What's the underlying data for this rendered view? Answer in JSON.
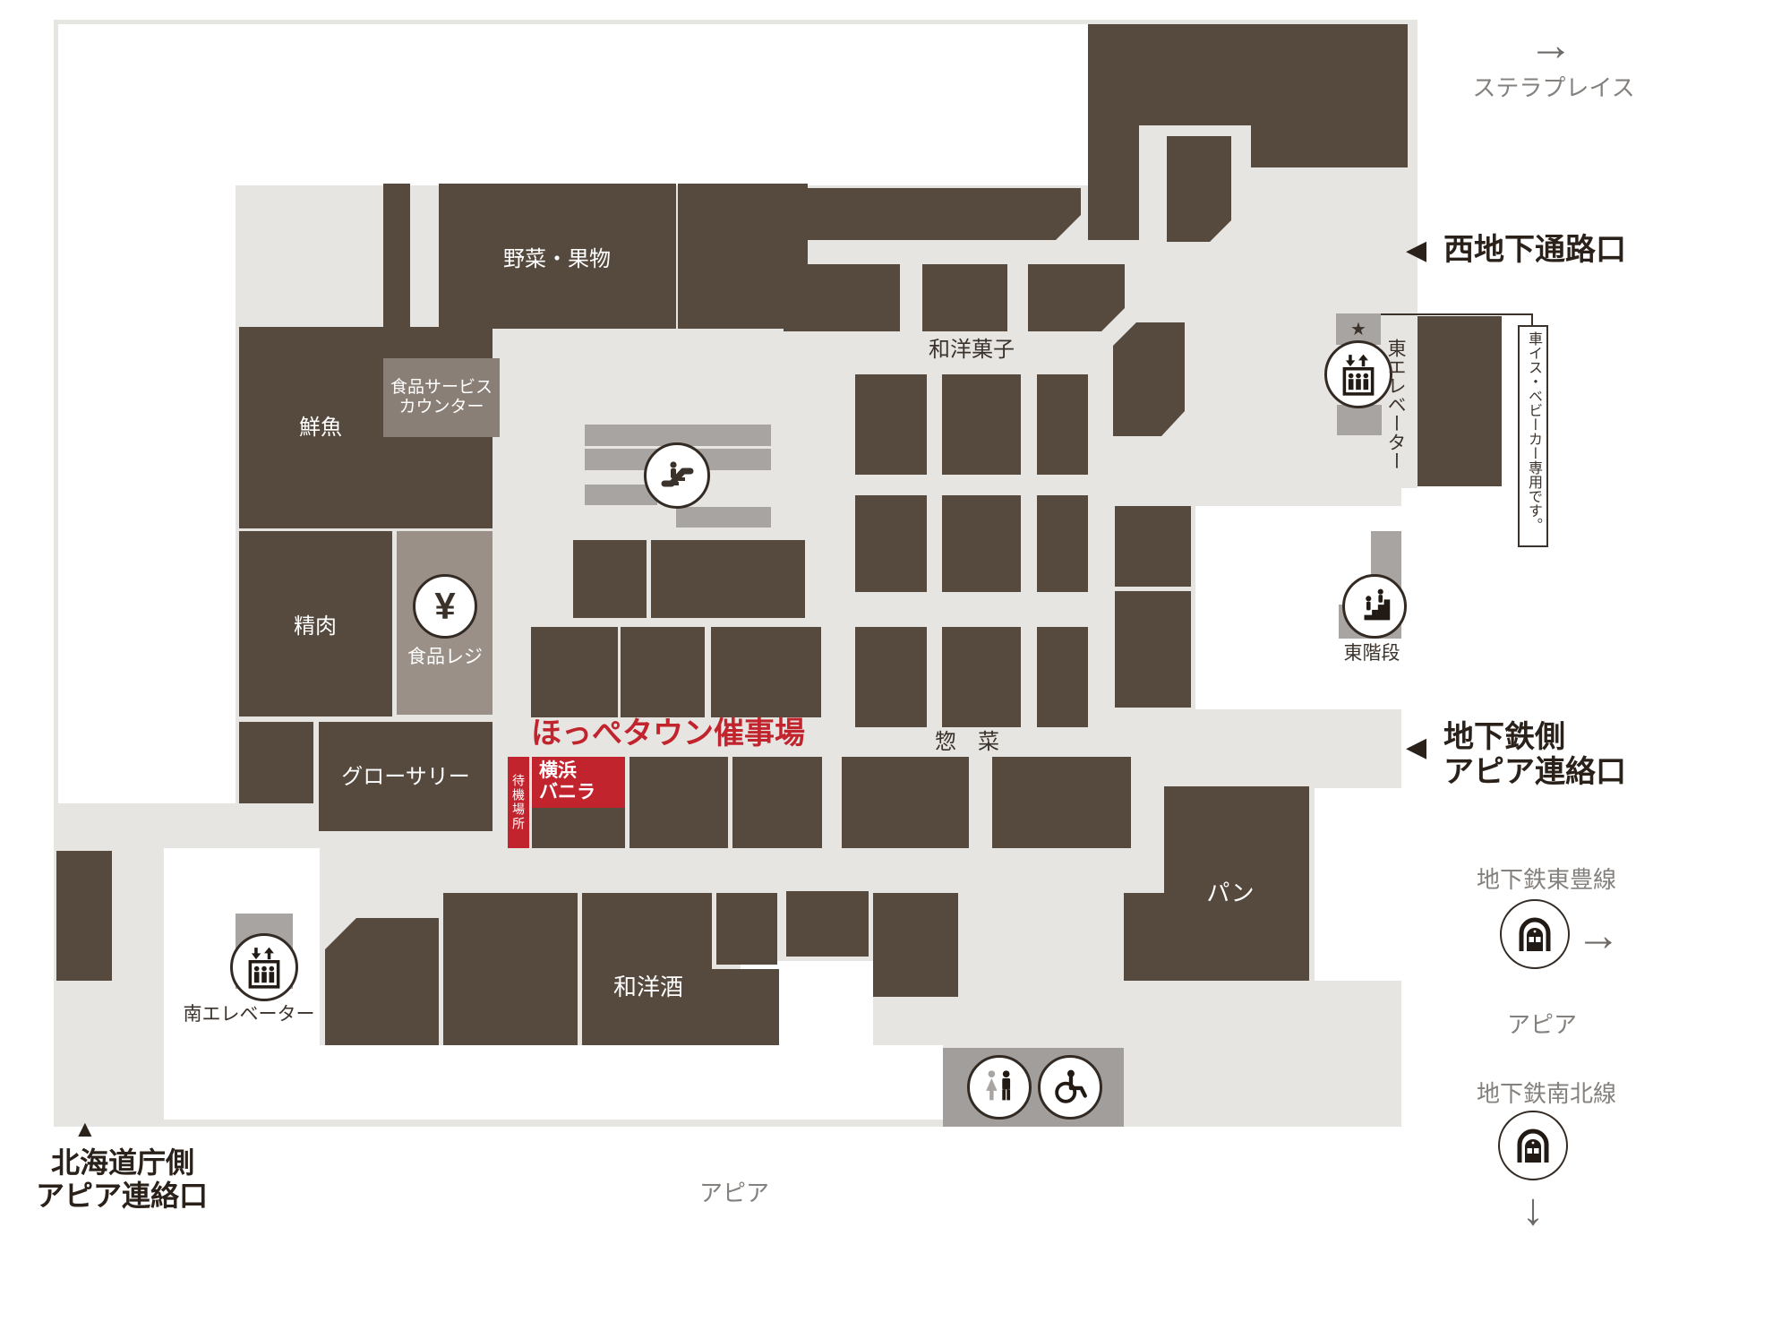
{
  "event": {
    "hall_label": "ほっぺタウン催事場",
    "booth_line1": "横浜",
    "booth_line2": "バニラ",
    "waiting_label": "待機場所"
  },
  "departments": {
    "vegetables_fruits": "野菜・果物",
    "fresh_fish": "鮮魚",
    "meat": "精肉",
    "food_service_counter_line1": "食品サービス",
    "food_service_counter_line2": "カウンター",
    "food_register": "食品レジ",
    "grocery": "グローサリー",
    "sweets": "和洋菓子",
    "deli": "惣　菜",
    "bread": "パン",
    "liquor": "和洋酒"
  },
  "facilities": {
    "east_elevator": "東エレベーター",
    "south_elevator": "南エレベーター",
    "east_stairs": "東階段",
    "wheelchair_stroller_note": "車イス・ベビーカー専用です。",
    "star": "★",
    "yen": "¥"
  },
  "exits": {
    "west_underground": "西地下通路口",
    "subway_side_line1": "地下鉄側",
    "subway_side_line2": "アピア連絡口",
    "hokkaido_gov_line1": "北海道庁側",
    "hokkaido_gov_line2": "アピア連絡口"
  },
  "transit": {
    "stellar_place": "ステラプレイス",
    "toho_line": "地下鉄東豊線",
    "namboku_line": "地下鉄南北線",
    "apia_east": "アピア",
    "apia_south": "アピア"
  },
  "glyphs": {
    "arrow_right": "→",
    "arrow_down": "↓",
    "tri_left": "◀",
    "tri_up": "▲"
  },
  "colors": {
    "block": "#564A3E",
    "floor": "#E7E5E2",
    "fixture_gray": "#A8A4A1",
    "counter": "#8A7F76",
    "register": "#9A9088",
    "accent_red": "#C2242E",
    "text_dark": "#3A322B",
    "text_gray": "#84807D"
  }
}
